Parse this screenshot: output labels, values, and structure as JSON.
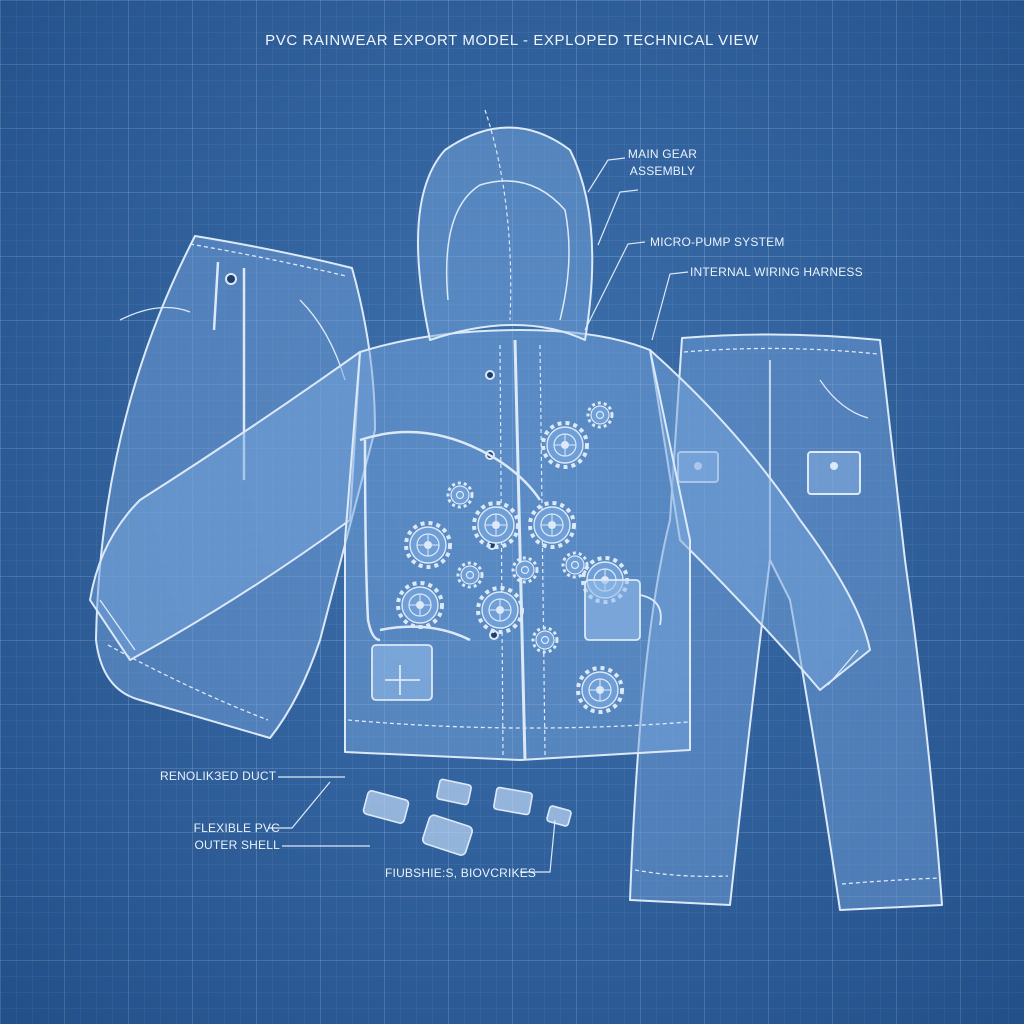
{
  "title": "PVC RAINWEAR EXPORT MODEL - EXPLOPED TECHNICAL VIEW",
  "callouts": {
    "main_gear": [
      "MAIN GEAR",
      "ASSEMBLY"
    ],
    "micro_pump": "MICRO-PUMP SYSTEM",
    "wiring": "INTERNAL WIRING HARNESS",
    "duct": "RENOLIKЗED DUCT",
    "outer_shell": [
      "FLEXIBLE PVC",
      "OUTER SHELL"
    ],
    "fasteners": "FIUBSHIE:S, BIOVCRIKES"
  },
  "colors": {
    "background": "#2b5f9c",
    "line": "#dce9f8",
    "fill": "#5e8fca"
  }
}
